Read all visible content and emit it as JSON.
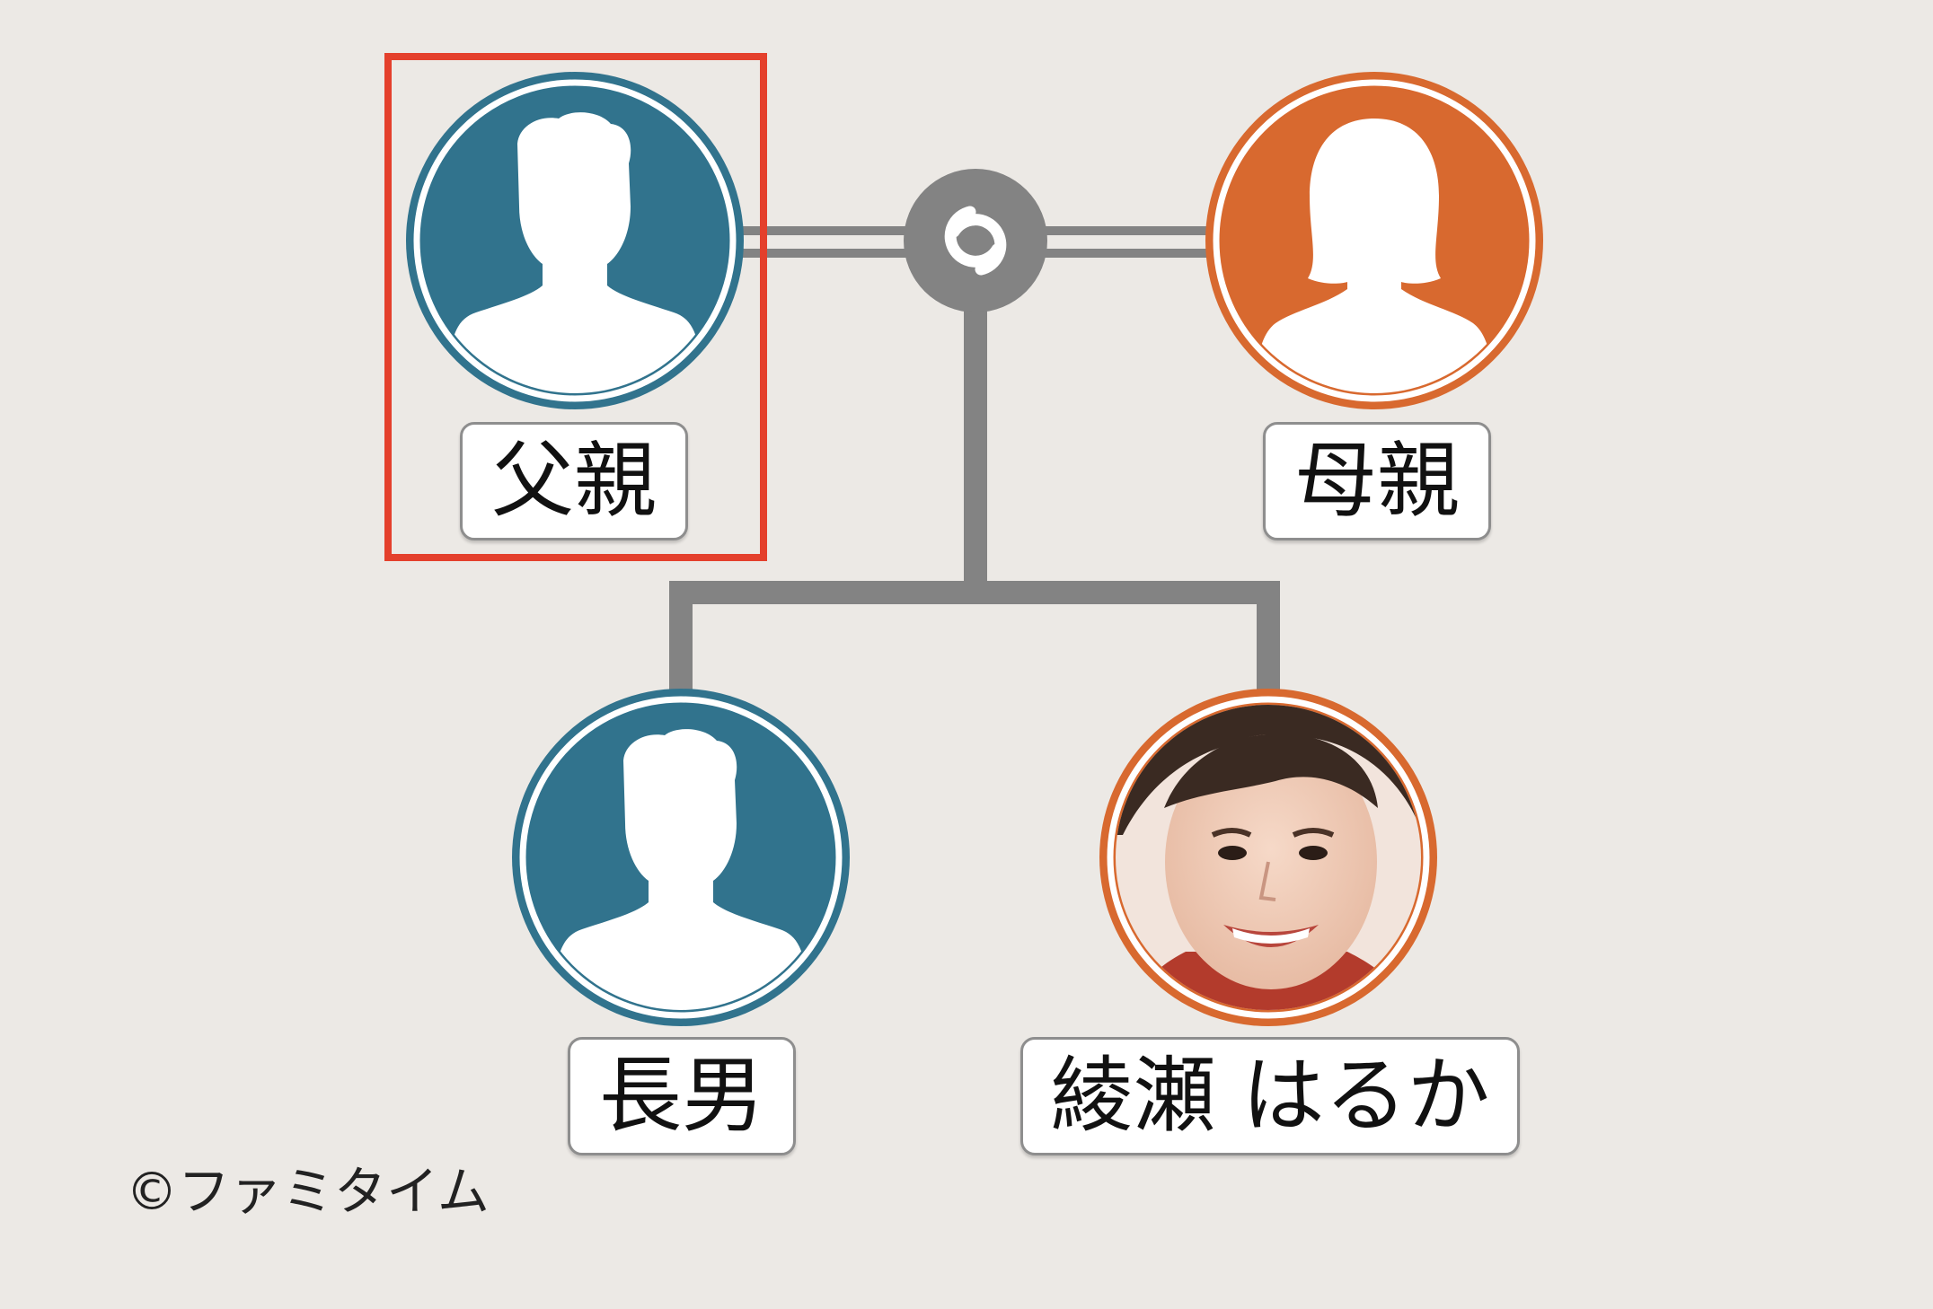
{
  "colors": {
    "background": "#ECE9E5",
    "male": "#31738D",
    "female": "#D8692F",
    "connector": "#838383",
    "highlight": "#E4402C"
  },
  "people": {
    "father": {
      "name": "父親",
      "gender": "male",
      "icon": "male-silhouette-icon"
    },
    "mother": {
      "name": "母親",
      "gender": "female",
      "icon": "female-silhouette-icon"
    },
    "son": {
      "name": "長男",
      "gender": "male",
      "icon": "male-silhouette-icon"
    },
    "harua": {
      "name": "綾瀬 はるか",
      "gender": "female",
      "icon": "portrait-photo"
    }
  },
  "marriage_icon": "marriage-rings-icon",
  "highlighted": "father",
  "copyright": "©ファミタイム"
}
